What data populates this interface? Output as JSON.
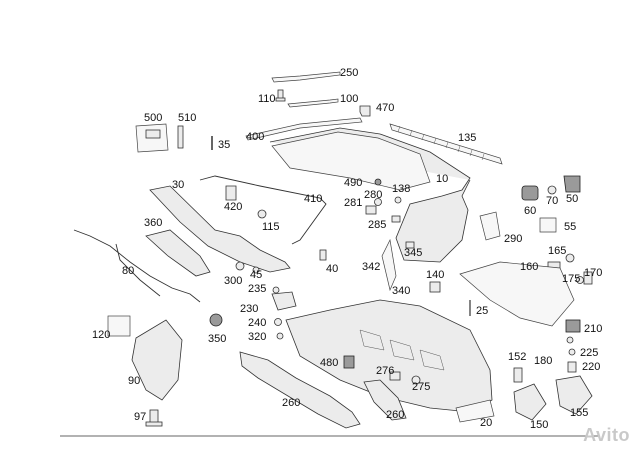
{
  "diagram": {
    "callouts": [
      "250",
      "110",
      "100",
      "470",
      "500",
      "510",
      "35",
      "400",
      "135",
      "30",
      "490",
      "280",
      "138",
      "10",
      "60",
      "70",
      "50",
      "420",
      "410",
      "281",
      "285",
      "115",
      "360",
      "290",
      "55",
      "345",
      "80",
      "165",
      "342",
      "160",
      "175",
      "170",
      "300",
      "45",
      "40",
      "140",
      "235",
      "340",
      "25",
      "230",
      "240",
      "320",
      "210",
      "120",
      "350",
      "180",
      "225",
      "152",
      "480",
      "276",
      "220",
      "90",
      "275",
      "260",
      "260",
      "20",
      "155",
      "150",
      "97"
    ],
    "watermark": "Avito"
  }
}
